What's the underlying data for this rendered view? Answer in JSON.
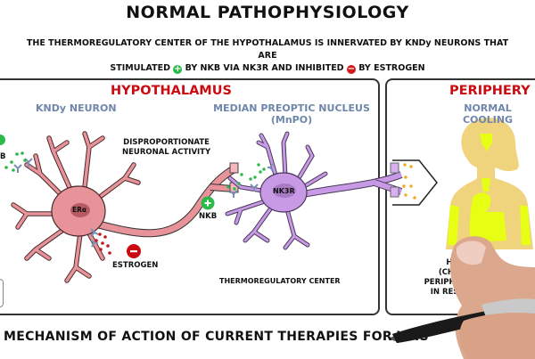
{
  "header": {
    "title": "NORMAL PATHOPHYSIOLOGY",
    "subtitle_line1": "THE THERMOREGULATORY CENTER OF THE HYPOTHALAMUS IS INNERVATED BY KNDy NEURONS THAT ARE",
    "subtitle_stimulated": "STIMULATED",
    "subtitle_by_nkb": "BY NKB VIA NK3R AND INHIBITED",
    "subtitle_by_estrogen": "BY ESTROGEN",
    "plus_symbol": "+",
    "minus_symbol": "−"
  },
  "hypothalamus": {
    "heading": "HYPOTHALAMUS",
    "kndy_label": "KNDy NEURON",
    "mnpo_label_line1": "MEDIAN PREOPTIC NUCLEUS",
    "mnpo_label_line2": "(MnPO)",
    "disproportionate_line1": "DISPROPORTIONATE",
    "disproportionate_line2": "NEURONAL ACTIVITY",
    "era_label": "ERα",
    "nk3r_label": "NK3R",
    "nkb_label": "NKB",
    "nkb_partial_label": "B",
    "estrogen_label": "ESTROGEN",
    "thermo_center_label": "THERMOREGULATORY CENTER"
  },
  "periphery": {
    "heading": "PERIPHERY",
    "subheading": "NORMAL COOLING",
    "text_line1": "HEAT D",
    "text_line2": "(CHARAC",
    "text_line3": "PERIPHERAL",
    "text_line4": "IN RESPON"
  },
  "footer": {
    "caption": "MECHANISM OF ACTION OF CURRENT THERAPIES FOR VMS"
  },
  "colors": {
    "heading_red": "#cc0a12",
    "label_blue": "#6f86ab",
    "kndy_neuron": "#e8939a",
    "mnpo_neuron": "#c89ae6",
    "nkb_green": "#2db84a",
    "estrogen_red": "#d11a1a",
    "body_tan": "#f0d37d",
    "cooling_yellow": "#e6ff12",
    "signal_orange": "#f2a91e"
  }
}
